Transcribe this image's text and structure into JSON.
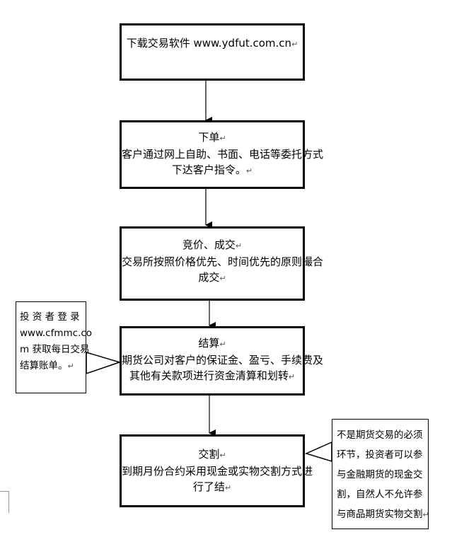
{
  "steps": [
    {
      "lines": [
        "下载交易软件 www.ydfut.com.cn"
      ]
    },
    {
      "title": "下单",
      "lines": [
        "客户通过网上自助、书面、电话等委托方式",
        "下达客户指令。"
      ]
    },
    {
      "title": "竞价、成交",
      "lines": [
        "交易所按照价格优先、时间优先的原则撮合",
        "成交"
      ]
    },
    {
      "title": "结算",
      "lines": [
        "期货公司对客户的保证金、盈亏、手续费及",
        "其他有关款项进行资金清算和划转"
      ]
    },
    {
      "title": "交割",
      "lines": [
        "到期月份合约采用现金或实物交割方式进",
        "行了结"
      ]
    }
  ],
  "callouts": {
    "left": {
      "lines": [
        "投 资 者 登 录",
        "www.cfmmc.co",
        "m 获取每日交易",
        "结算账单。"
      ]
    },
    "right": {
      "lines": [
        "不是期货交易的必须",
        "环节，投资者可以参",
        "与金融期货的现金交",
        "割，自然人不允许参",
        "与商品期货实物交割"
      ]
    }
  },
  "paragraph_mark": "↵"
}
